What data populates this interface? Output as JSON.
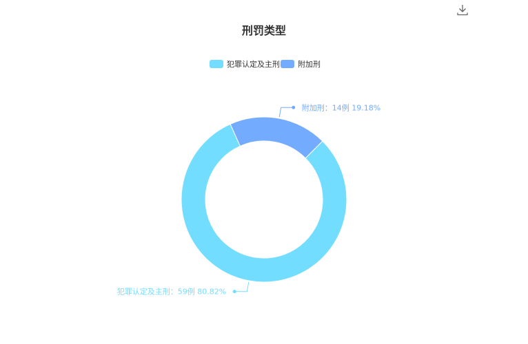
{
  "toolbar": {
    "download_icon": "download-icon"
  },
  "chart_data": {
    "type": "pie",
    "title": "刑罚类型",
    "legend_position": "top",
    "donut": true,
    "unit": "例",
    "slices": [
      {
        "name": "犯罪认定及主刑",
        "value": 59,
        "percent": "80.82%",
        "color": "#73DDFF",
        "label": "犯罪认定及主刑：59例  80.82%"
      },
      {
        "name": "附加刑",
        "value": 14,
        "percent": "19.18%",
        "color": "#73ACFF",
        "label": "附加刑：14例  19.18%"
      }
    ]
  }
}
